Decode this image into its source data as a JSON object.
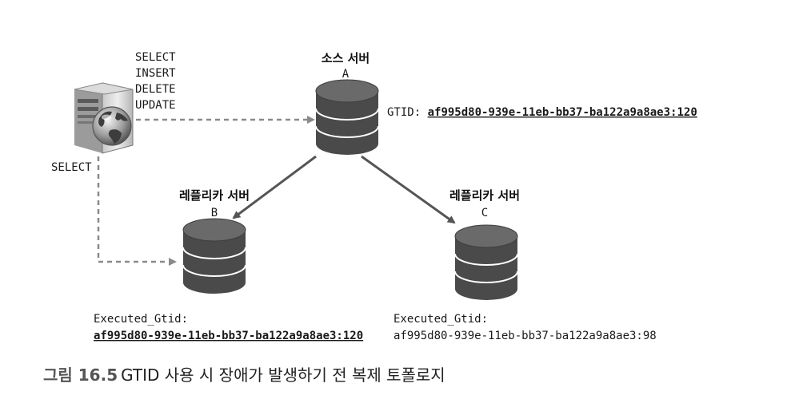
{
  "server": {
    "queries": [
      "SELECT",
      "INSERT",
      "DELETE",
      "UPDATE"
    ],
    "select_label": "SELECT"
  },
  "source": {
    "title": "소스 서버",
    "letter": "A",
    "gtid_label": "GTID:",
    "gtid_value": "af995d80-939e-11eb-bb37-ba122a9a8ae3:120"
  },
  "replica_b": {
    "title": "레플리카 서버",
    "letter": "B",
    "executed_label": "Executed_Gtid:",
    "executed_value": "af995d80-939e-11eb-bb37-ba122a9a8ae3:120"
  },
  "replica_c": {
    "title": "레플리카 서버",
    "letter": "C",
    "executed_label": "Executed_Gtid:",
    "executed_value": "af995d80-939e-11eb-bb37-ba122a9a8ae3:98"
  },
  "caption": {
    "label": "그림 16.5",
    "text": "GTID 사용 시 장애가 발생하기 전 복제 토폴로지"
  },
  "colors": {
    "db_body": "#4a4a4a",
    "db_top": "#6a6a6a",
    "arrow_solid": "#555555",
    "arrow_dashed": "#8a8a8a"
  }
}
